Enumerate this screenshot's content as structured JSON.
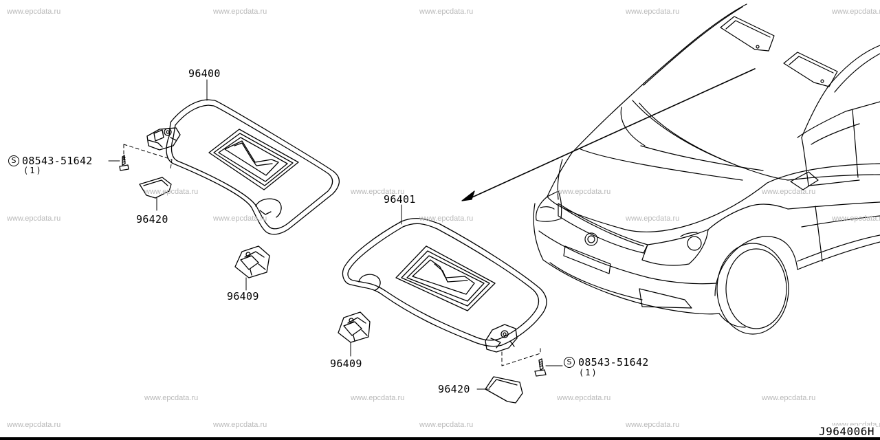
{
  "watermark": "www.epcdata.ru",
  "parts": {
    "visor_left": "96400",
    "visor_right": "96401",
    "holder_left": "96409",
    "holder_right": "96409",
    "cover_left": "96420",
    "cover_right": "96420",
    "screw_left": {
      "part_no": "08543-51642",
      "qty": "(1)",
      "symbol": "S"
    },
    "screw_right": {
      "part_no": "08543-51642",
      "qty": "(1)",
      "symbol": "S"
    }
  },
  "diagram_code": "J964006H"
}
